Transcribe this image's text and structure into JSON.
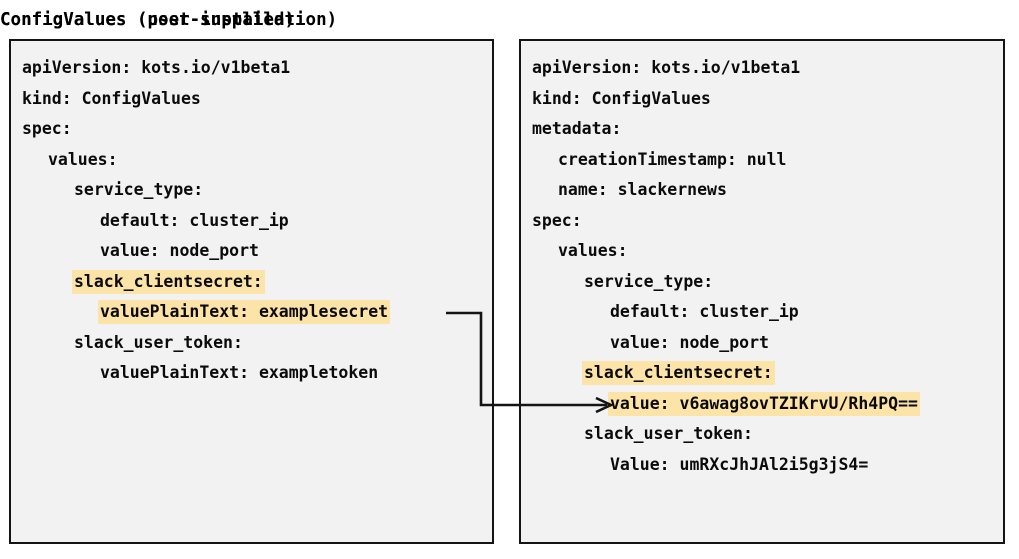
{
  "panels": {
    "left": {
      "title": "ConfigValues (user-supplied)",
      "lines": [
        {
          "indent": 0,
          "text": "apiVersion: kots.io/v1beta1",
          "highlight": false
        },
        {
          "indent": 0,
          "text": "kind: ConfigValues",
          "highlight": false
        },
        {
          "indent": 0,
          "text": "spec:",
          "highlight": false
        },
        {
          "indent": 1,
          "text": "values:",
          "highlight": false
        },
        {
          "indent": 2,
          "text": "service_type:",
          "highlight": false
        },
        {
          "indent": 3,
          "text": "default: cluster_ip",
          "highlight": false
        },
        {
          "indent": 3,
          "text": "value: node_port",
          "highlight": false
        },
        {
          "indent": 2,
          "text": "slack_clientsecret:",
          "highlight": true
        },
        {
          "indent": 3,
          "text": "valuePlainText: examplesecret",
          "highlight": true
        },
        {
          "indent": 2,
          "text": "slack_user_token:",
          "highlight": false
        },
        {
          "indent": 3,
          "text": "valuePlainText: exampletoken",
          "highlight": false
        }
      ]
    },
    "right": {
      "title": "ConfigValues (post-installation)",
      "lines": [
        {
          "indent": 0,
          "text": "apiVersion: kots.io/v1beta1",
          "highlight": false
        },
        {
          "indent": 0,
          "text": "kind: ConfigValues",
          "highlight": false
        },
        {
          "indent": 0,
          "text": "metadata:",
          "highlight": false
        },
        {
          "indent": 1,
          "text": "creationTimestamp: null",
          "highlight": false
        },
        {
          "indent": 1,
          "text": "name: slackernews",
          "highlight": false
        },
        {
          "indent": 0,
          "text": "spec:",
          "highlight": false
        },
        {
          "indent": 1,
          "text": "values:",
          "highlight": false
        },
        {
          "indent": 2,
          "text": "service_type:",
          "highlight": false
        },
        {
          "indent": 3,
          "text": "default: cluster_ip",
          "highlight": false
        },
        {
          "indent": 3,
          "text": "value: node_port",
          "highlight": false
        },
        {
          "indent": 2,
          "text": "slack_clientsecret:",
          "highlight": true
        },
        {
          "indent": 3,
          "text": "value: v6awag8ovTZIKrvU/Rh4PQ==",
          "highlight": true
        },
        {
          "indent": 2,
          "text": "slack_user_token:",
          "highlight": false
        },
        {
          "indent": 3,
          "text": "Value: umRXcJhJAl2i5g3jS4=",
          "highlight": false
        }
      ]
    }
  },
  "connector": {
    "from_line_index": 8,
    "from_panel": "left",
    "to_line_index": 11,
    "to_panel": "right",
    "style": "elbow-arrow"
  },
  "colors": {
    "highlight": "#fce3a7",
    "panel_background": "#f2f2f2",
    "panel_border": "#141414",
    "text": "#0b0b0b",
    "page_background": "#ffffff"
  }
}
